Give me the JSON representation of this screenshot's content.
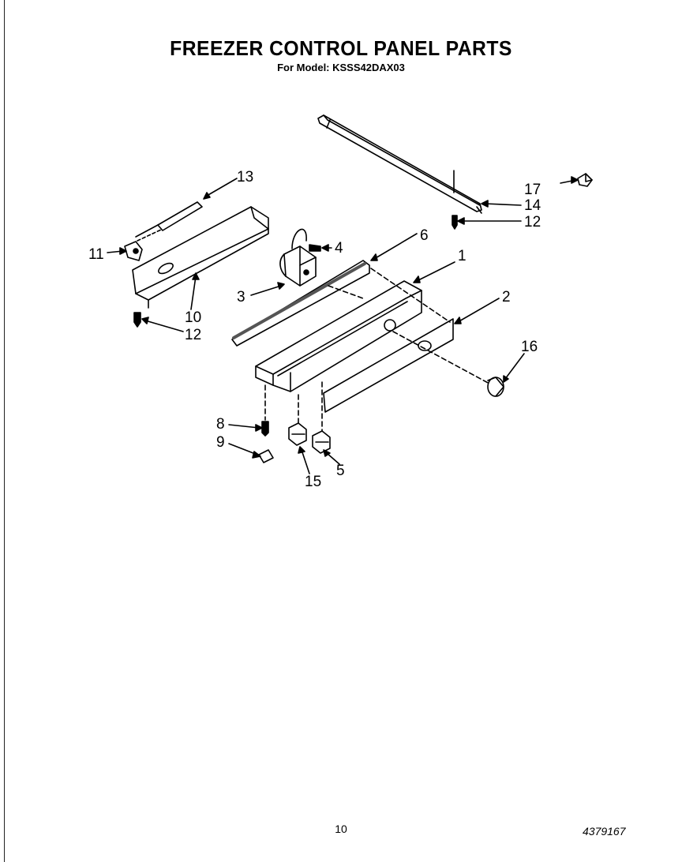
{
  "header": {
    "title": "FREEZER CONTROL PANEL PARTS",
    "model_line": "For Model: KSSS42DAX03"
  },
  "callouts": {
    "c1": "1",
    "c2": "2",
    "c3": "3",
    "c4": "4",
    "c5": "5",
    "c6": "6",
    "c8": "8",
    "c9": "9",
    "c10": "10",
    "c11": "11",
    "c12a": "12",
    "c12b": "12",
    "c13": "13",
    "c14": "14",
    "c15": "15",
    "c16": "16",
    "c17": "17"
  },
  "footer": {
    "page_number": "10",
    "document_number": "4379167"
  }
}
